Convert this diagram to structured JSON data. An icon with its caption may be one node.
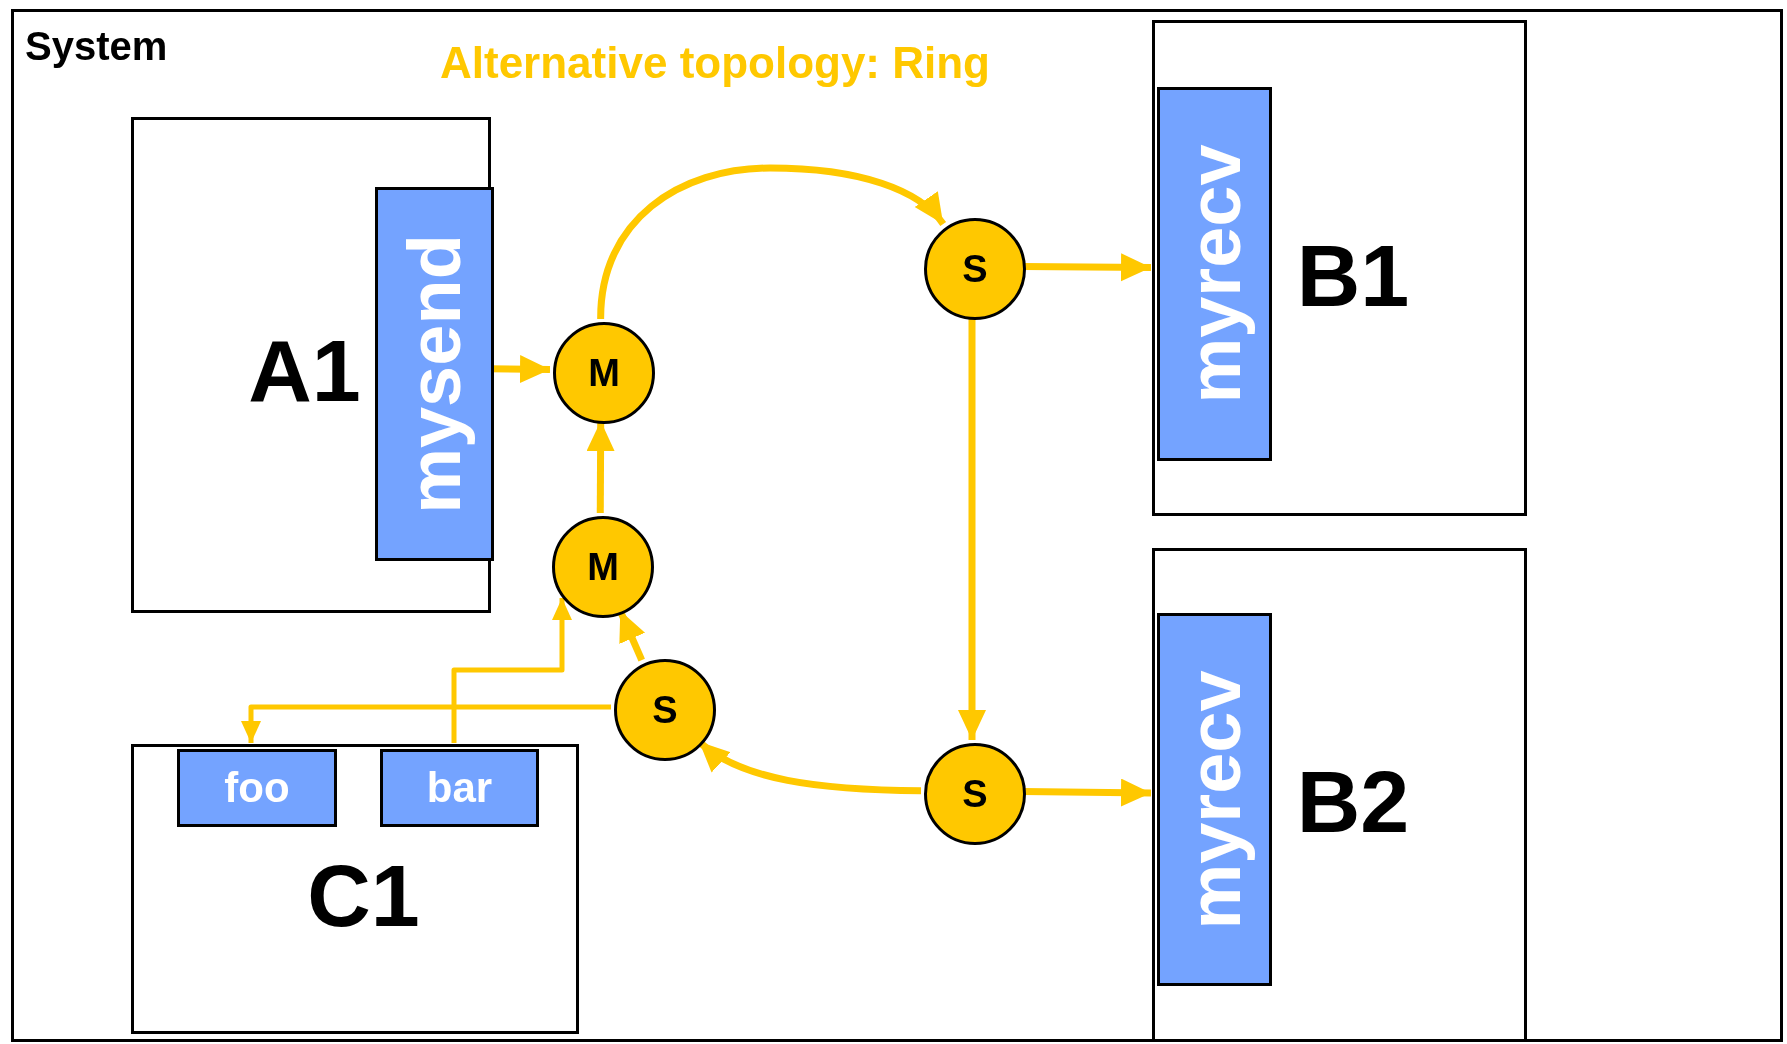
{
  "diagram": {
    "title": "Alternative topology: Ring",
    "nodes": [
      {
        "text": [
          "System"
        ]
      },
      {
        "text": [
          "A1"
        ],
        "in": 0
      },
      {
        "text": [
          "mysend"
        ],
        "in": 1
      },
      {
        "text": [
          "B1"
        ],
        "in": 0
      },
      {
        "text": [
          "myrecv"
        ],
        "in": 3
      },
      {
        "text": [
          "M"
        ],
        "in": 0
      },
      {
        "text": [
          "S"
        ],
        "in": 0
      },
      {
        "text": [
          "M"
        ],
        "in": 0
      },
      {
        "text": [
          "S"
        ],
        "in": 0
      },
      {
        "text": [
          "S"
        ],
        "in": 0
      },
      {
        "text": [
          "B2"
        ],
        "in": 0
      },
      {
        "text": [
          "myrecv"
        ],
        "in": 10
      },
      {
        "text": [
          "C1"
        ],
        "in": 0
      },
      {
        "text": [
          "foo"
        ],
        "in": 12
      },
      {
        "text": [
          "bar"
        ],
        "in": 12
      }
    ],
    "edges": [
      {
        "from": 2,
        "to": 5,
        "arrow": "to"
      },
      {
        "from": 7,
        "to": 5,
        "arrow": "to"
      },
      {
        "from": 8,
        "to": 7,
        "arrow": "to"
      },
      {
        "from": 14,
        "to": 7,
        "arrow": "to"
      },
      {
        "from": 8,
        "to": 13,
        "arrow": "to"
      },
      {
        "from": 5,
        "to": 6,
        "arrow": "to"
      },
      {
        "from": 6,
        "to": 4,
        "arrow": "to"
      },
      {
        "from": 6,
        "to": 9,
        "arrow": "to"
      },
      {
        "from": 9,
        "to": 8,
        "arrow": "to"
      },
      {
        "from": 9,
        "to": 11,
        "arrow": "to"
      }
    ]
  }
}
